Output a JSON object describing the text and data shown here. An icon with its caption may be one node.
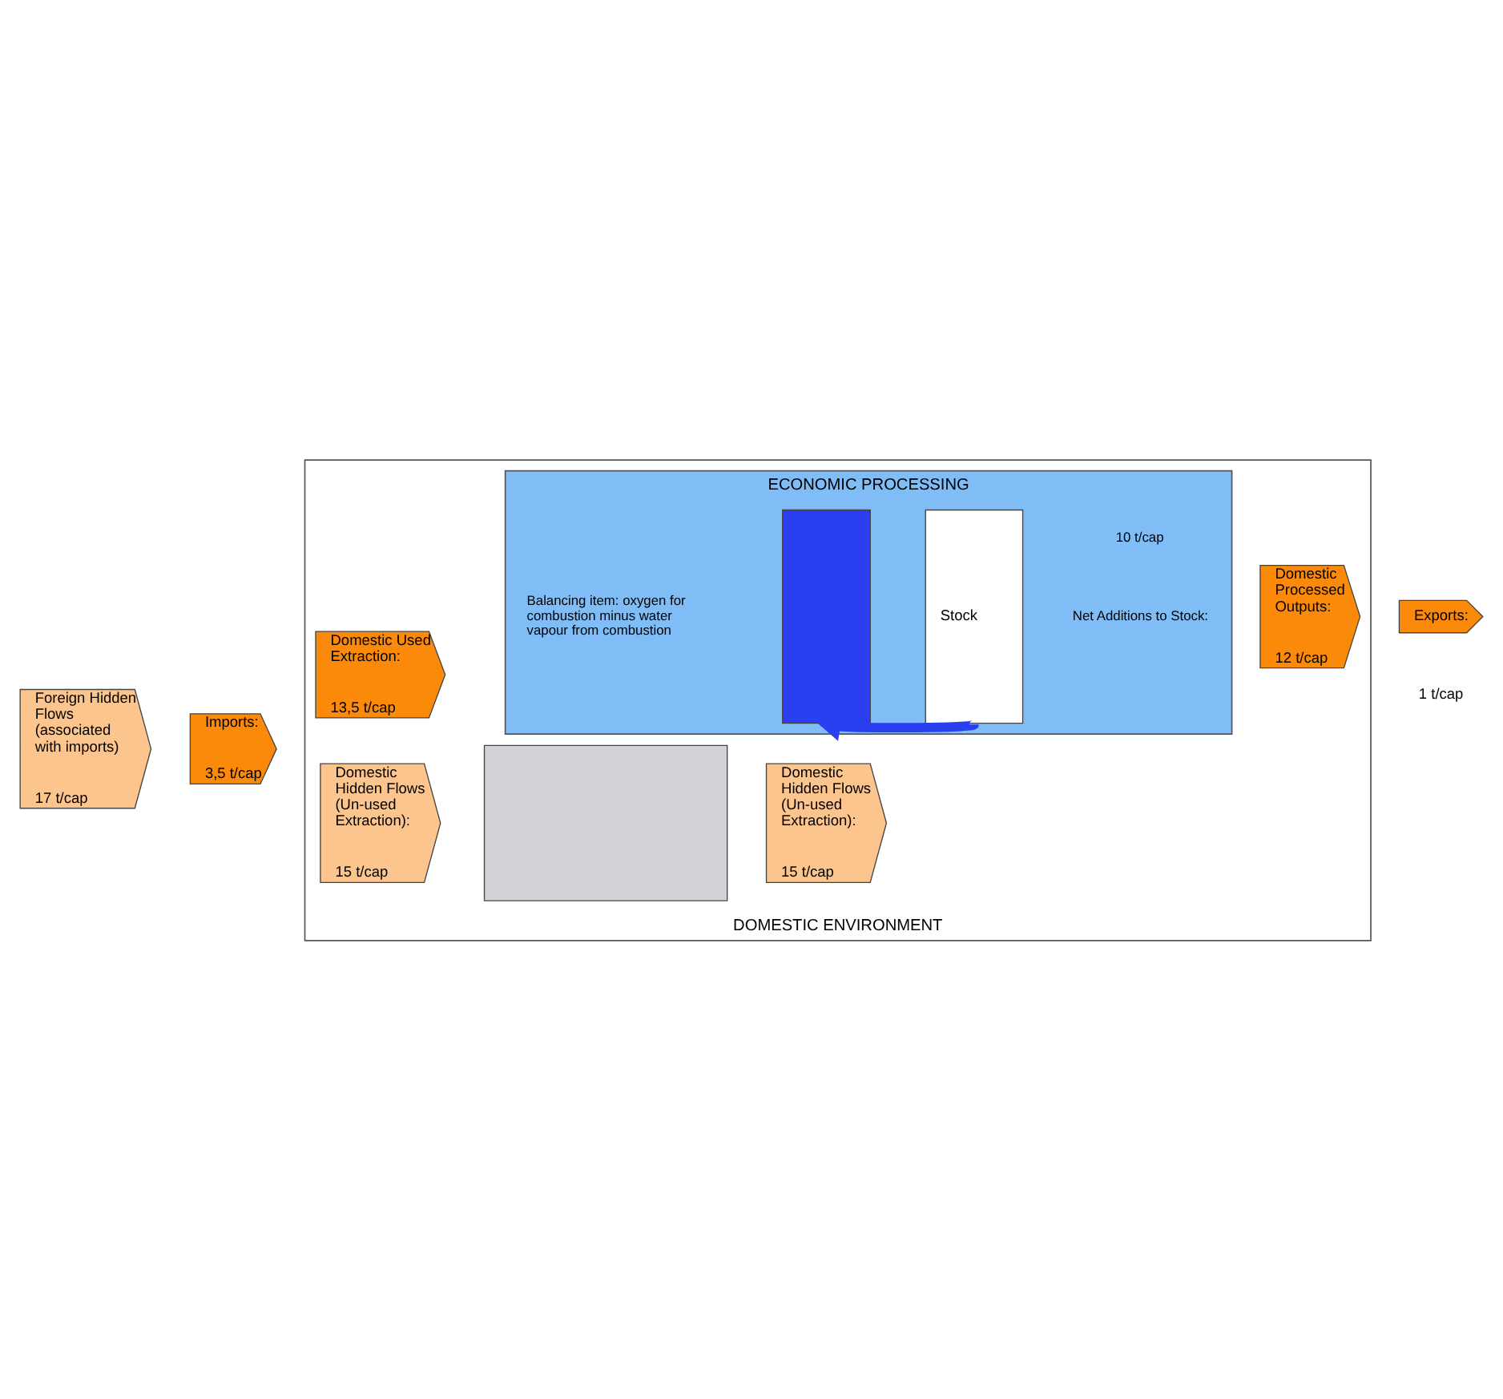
{
  "diagram": {
    "nodes": [
      {
        "text": [
          "DOMESTIC ENVIRONMENT"
        ]
      },
      {
        "text": [
          "Foreign Hidden Flows (associated with imports)",
          "17 t/cap"
        ]
      },
      {
        "text": [
          "Imports:",
          "3,5 t/cap"
        ]
      },
      {
        "text": [
          "ECONOMIC PROCESSING"
        ],
        "in": 0
      },
      {
        "text": [
          "Exports:"
        ],
        "beside": [
          "1 t/cap"
        ]
      },
      {
        "text": [],
        "shape": "box",
        "in": 3
      },
      {
        "text": [
          "Stock"
        ],
        "in": 3
      },
      {
        "text": [
          "Domestic Used Extraction:",
          "13,5 t/cap"
        ],
        "in": 0
      },
      {
        "text": [
          "Domestic Processed Outputs:",
          "12 t/cap"
        ],
        "in": 0
      },
      {
        "text": [
          "Domestic Hidden Flows (Un-used Extraction):",
          "15 t/cap"
        ],
        "in": 0
      },
      {
        "text": [],
        "shape": "box",
        "in": 0
      },
      {
        "text": [
          "Domestic Hidden Flows (Un-used Extraction):",
          "15 t/cap"
        ],
        "in": 0
      }
    ],
    "edges": [
      {
        "from": 6,
        "to": 5,
        "arrow": "to",
        "color": "#2a3ff0"
      }
    ],
    "labels": [
      "Net Additions to Stock:",
      "10 t/cap",
      "Balancing item: oxygen for combustion minus water vapour from combustion"
    ]
  }
}
